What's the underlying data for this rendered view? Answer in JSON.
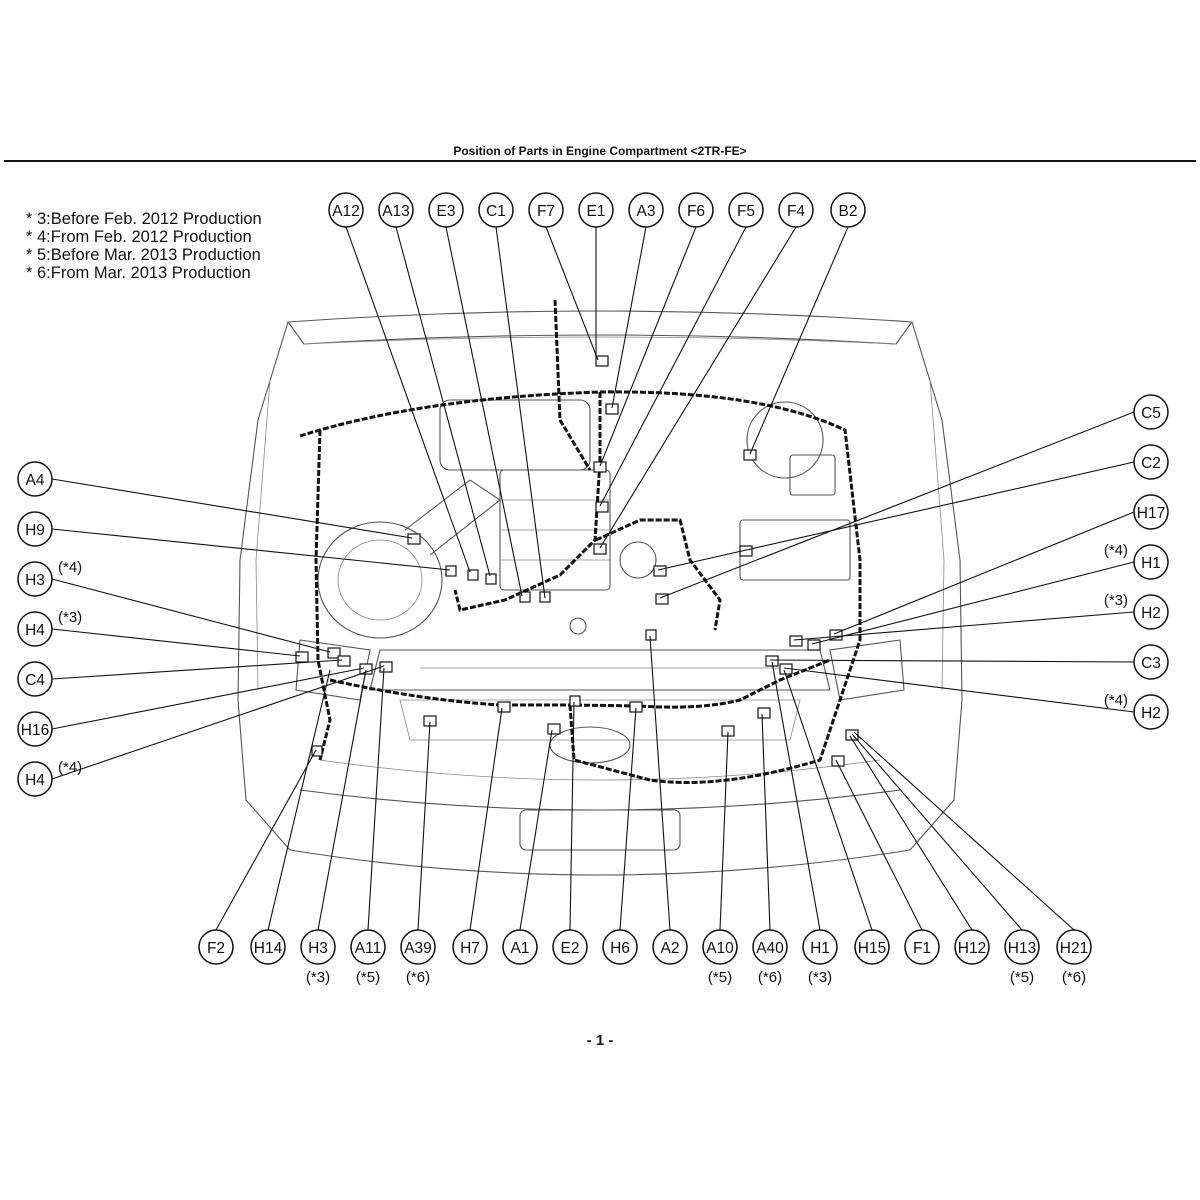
{
  "title": "Position of Parts in Engine Compartment <2TR-FE>",
  "notes": [
    "* 3:Before Feb. 2012 Production",
    "* 4:From Feb. 2012 Production",
    "* 5:Before Mar. 2013 Production",
    "* 6:From Mar. 2013 Production"
  ],
  "page_number": "- 1 -",
  "callouts": {
    "top": [
      "A12",
      "A13",
      "E3",
      "C1",
      "F7",
      "E1",
      "A3",
      "F6",
      "F5",
      "F4",
      "B2"
    ],
    "left": [
      {
        "label": "A4",
        "note": ""
      },
      {
        "label": "H9",
        "note": ""
      },
      {
        "label": "H3",
        "note": "(*4)"
      },
      {
        "label": "H4",
        "note": "(*3)"
      },
      {
        "label": "C4",
        "note": ""
      },
      {
        "label": "H16",
        "note": ""
      },
      {
        "label": "H4",
        "note": "(*4)"
      }
    ],
    "right": [
      {
        "label": "C5",
        "note": ""
      },
      {
        "label": "C2",
        "note": ""
      },
      {
        "label": "H17",
        "note": ""
      },
      {
        "label": "H1",
        "note": "(*4)"
      },
      {
        "label": "H2",
        "note": "(*3)"
      },
      {
        "label": "C3",
        "note": ""
      },
      {
        "label": "H2",
        "note": "(*4)"
      }
    ],
    "bottom": [
      {
        "label": "F2",
        "note": ""
      },
      {
        "label": "H14",
        "note": ""
      },
      {
        "label": "H3",
        "note": "(*3)"
      },
      {
        "label": "A11",
        "note": "(*5)"
      },
      {
        "label": "A39",
        "note": "(*6)"
      },
      {
        "label": "H7",
        "note": ""
      },
      {
        "label": "A1",
        "note": ""
      },
      {
        "label": "E2",
        "note": ""
      },
      {
        "label": "H6",
        "note": ""
      },
      {
        "label": "A2",
        "note": ""
      },
      {
        "label": "A10",
        "note": "(*5)"
      },
      {
        "label": "A40",
        "note": "(*6)"
      },
      {
        "label": "H1",
        "note": "(*3)"
      },
      {
        "label": "H15",
        "note": ""
      },
      {
        "label": "F1",
        "note": ""
      },
      {
        "label": "H12",
        "note": ""
      },
      {
        "label": "H13",
        "note": "(*5)"
      },
      {
        "label": "H21",
        "note": "(*6)"
      }
    ]
  }
}
